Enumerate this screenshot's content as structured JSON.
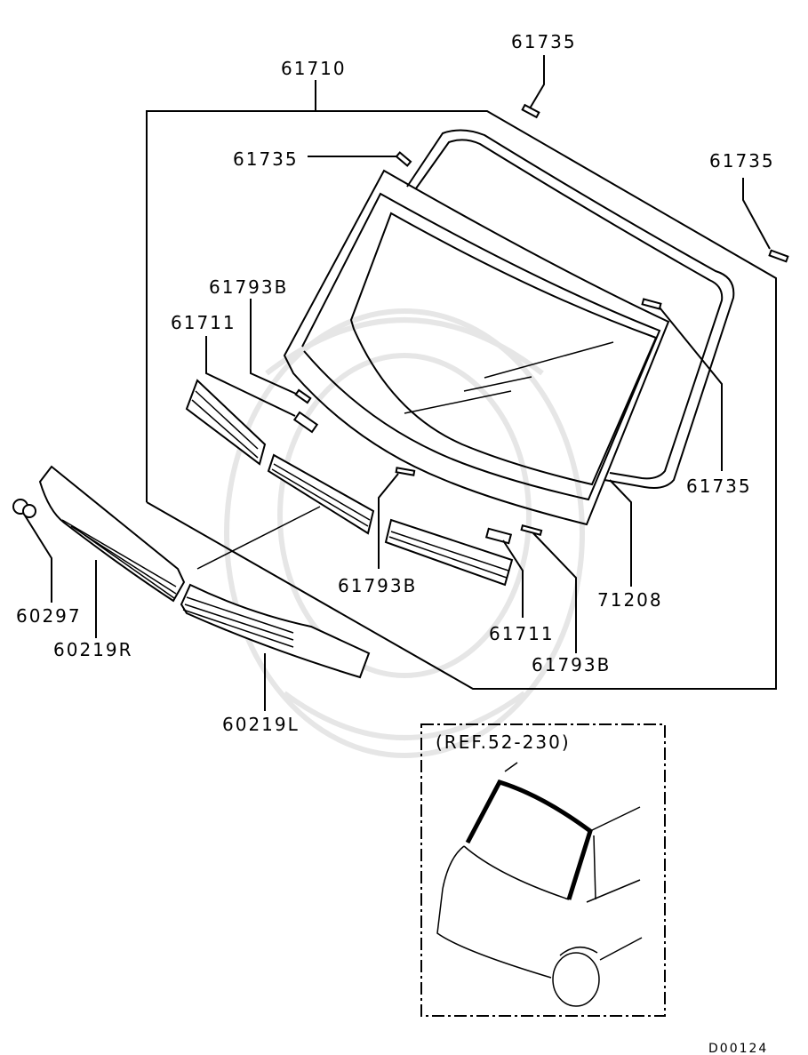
{
  "labels": {
    "windshield_assy": "61710",
    "spacer_top": "61735",
    "spacer_left": "61735",
    "spacer_right_top": "61735",
    "spacer_right_mid": "61735",
    "fastener_b_left": "61793B",
    "fastener_left": "61711",
    "fastener_b_center": "61793B",
    "fastener_right": "61711",
    "fastener_b_right": "61793B",
    "weatherstrip": "71208",
    "clip": "60297",
    "cowl_panel_r": "60219R",
    "cowl_panel_l": "60219L"
  },
  "inset": {
    "reference": "(REF.52-230)"
  },
  "diagram_code": "D00124",
  "colors": {
    "line": "#000000",
    "background": "#ffffff",
    "watermark": "#e6e6e6"
  }
}
